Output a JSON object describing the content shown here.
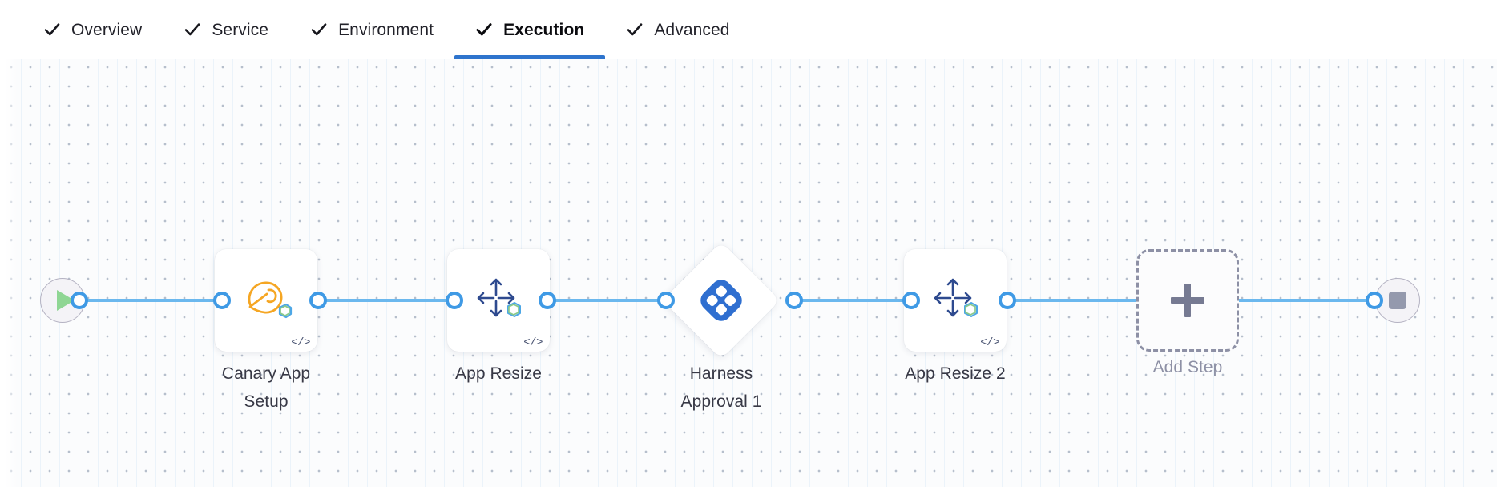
{
  "tabs": [
    {
      "label": "Overview",
      "icon": "check-icon",
      "active": false,
      "completed": true
    },
    {
      "label": "Service",
      "icon": "check-icon",
      "active": false,
      "completed": true
    },
    {
      "label": "Environment",
      "icon": "check-icon",
      "active": false,
      "completed": true
    },
    {
      "label": "Execution",
      "icon": "check-icon",
      "active": true,
      "completed": true
    },
    {
      "label": "Advanced",
      "icon": "check-icon",
      "active": false,
      "completed": true
    }
  ],
  "colors": {
    "accent": "#2e74cd",
    "link": "#6bb8ee",
    "port_border": "#3f9ae5",
    "harness_blue": "#2f6fd0",
    "canary_orange": "#f5a623",
    "start_green": "#8fd694",
    "stop_gray": "#9499ad",
    "dashed_gray": "#8d90a5",
    "label_text": "#383946",
    "canvas_bg": "#fbfcfd"
  },
  "canvas": {
    "start_node": {
      "name": "start-node",
      "icon": "play-icon"
    },
    "end_node": {
      "name": "end-node",
      "icon": "stop-icon"
    },
    "nodes": [
      {
        "id": "canary-app-setup",
        "label": "Canary App Setup",
        "label_line1": "Canary App",
        "label_line2": "Setup",
        "shape": "rounded-square",
        "icon": "canary-bird-icon",
        "has_code_badge": true,
        "code_badge": "</>"
      },
      {
        "id": "app-resize",
        "label": "App Resize",
        "label_line1": "App Resize",
        "label_line2": "",
        "shape": "rounded-square",
        "icon": "resize-arrows-icon",
        "has_code_badge": true,
        "code_badge": "</>"
      },
      {
        "id": "harness-approval-1",
        "label": "Harness Approval 1",
        "label_line1": "Harness",
        "label_line2": "Approval 1",
        "shape": "diamond",
        "icon": "harness-logo-icon",
        "has_code_badge": false,
        "code_badge": ""
      },
      {
        "id": "app-resize-2",
        "label": "App Resize 2",
        "label_line1": "App Resize 2",
        "label_line2": "",
        "shape": "rounded-square",
        "icon": "resize-arrows-icon",
        "has_code_badge": true,
        "code_badge": "</>"
      },
      {
        "id": "add-step",
        "label": "Add Step",
        "label_line1": "Add Step",
        "label_line2": "",
        "shape": "dashed-square",
        "icon": "plus-icon",
        "has_code_badge": false,
        "code_badge": ""
      }
    ]
  }
}
